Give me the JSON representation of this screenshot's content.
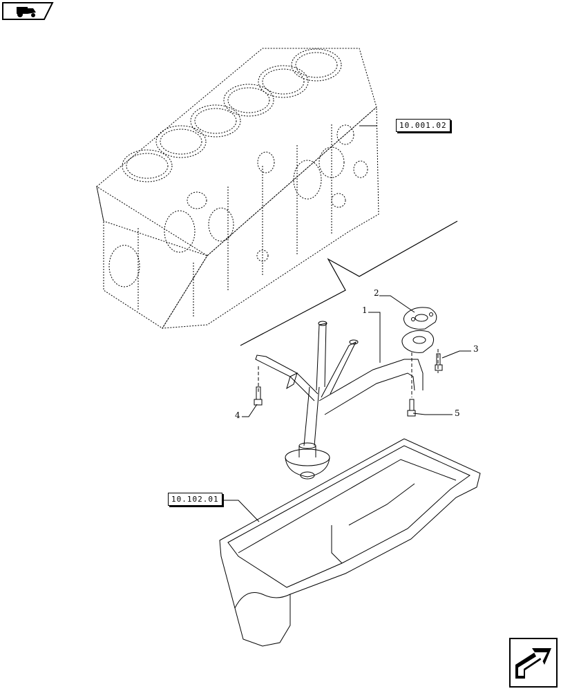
{
  "references": {
    "block_ref": "10.001.02",
    "pan_ref": "10.102.01"
  },
  "callouts": {
    "item1": "1",
    "item2": "2",
    "item3": "3",
    "item4": "4",
    "item5": "5"
  },
  "icons": {
    "top_left": "tractor-icon",
    "bottom_right": "next-page-arrow-icon"
  },
  "colors": {
    "line": "#000000",
    "background": "#ffffff"
  }
}
